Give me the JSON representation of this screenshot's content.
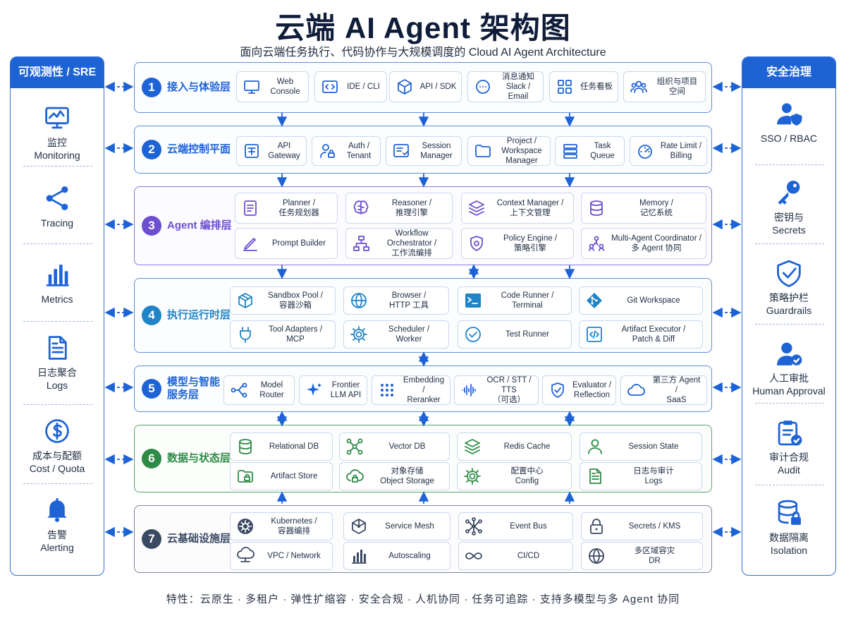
{
  "title": "云端 AI Agent 架构图",
  "subtitle": "面向云端任务执行、代码协作与大规模调度的  Cloud AI Agent Architecture",
  "footer": "特性：云原生 · 多租户 · 弹性扩缩容 · 安全合规 · 人机协同 · 任务可追踪 · 支持多模型与多 Agent 协同",
  "left_panel": {
    "header": "可观测性 / SRE",
    "items": [
      {
        "label": "监控\nMonitoring",
        "icon": "monitor-chart-icon"
      },
      {
        "label": "Tracing",
        "icon": "share-nodes-icon"
      },
      {
        "label": "Metrics",
        "icon": "bar-chart-icon"
      },
      {
        "label": "日志聚合\nLogs",
        "icon": "document-icon"
      },
      {
        "label": "成本与配额\nCost / Quota",
        "icon": "dollar-icon"
      },
      {
        "label": "告警\nAlerting",
        "icon": "bell-icon"
      }
    ]
  },
  "right_panel": {
    "header": "安全治理",
    "items": [
      {
        "label": "SSO / RBAC",
        "icon": "user-shield-icon"
      },
      {
        "label": "密钥与\nSecrets",
        "icon": "key-icon"
      },
      {
        "label": "策略护栏\nGuardrails",
        "icon": "shield-check-icon"
      },
      {
        "label": "人工审批\nHuman Approval",
        "icon": "user-check-icon"
      },
      {
        "label": "审计合规\nAudit",
        "icon": "clipboard-check-icon"
      },
      {
        "label": "数据隔离\nIsolation",
        "icon": "database-lock-icon"
      }
    ]
  },
  "colors": {
    "blue": "#1e63d6",
    "purple": "#6b4fd0",
    "teal": "#1f84c8",
    "green": "#2e8b46",
    "slate": "#3b4a63"
  },
  "layers": [
    {
      "number": "1",
      "title": "接入与体验层",
      "cards": [
        {
          "label": "Web Console",
          "icon": "monitor-icon"
        },
        {
          "label": "IDE / CLI",
          "icon": "code-icon"
        },
        {
          "label": "API / SDK",
          "icon": "cube-icon"
        },
        {
          "label": "消息通知\nSlack / Email",
          "icon": "chat-icon"
        },
        {
          "label": "任务看板",
          "icon": "grid-icon"
        },
        {
          "label": "组织与项目空间",
          "icon": "users-icon"
        }
      ]
    },
    {
      "number": "2",
      "title": "云端控制平面",
      "cards": [
        {
          "label": "API Gateway",
          "icon": "gateway-icon"
        },
        {
          "label": "Auth / Tenant",
          "icon": "user-lock-icon"
        },
        {
          "label": "Session Manager",
          "icon": "session-icon"
        },
        {
          "label": "Project /\nWorkspace Manager",
          "icon": "folder-icon"
        },
        {
          "label": "Task Queue",
          "icon": "queue-icon"
        },
        {
          "label": "Rate Limit /\nBilling",
          "icon": "gauge-icon"
        }
      ]
    },
    {
      "number": "3",
      "title": "Agent 编排层",
      "cards": [
        {
          "label": "Planner /\n任务规划器",
          "icon": "checklist-icon"
        },
        {
          "label": "Reasoner /\n推理引擎",
          "icon": "brain-icon"
        },
        {
          "label": "Context Manager /\n上下文管理",
          "icon": "layers-icon"
        },
        {
          "label": "Memory /\n记忆系统",
          "icon": "database-icon"
        },
        {
          "label": "Prompt Builder",
          "icon": "pen-icon"
        },
        {
          "label": "Workflow Orchestrator /\n工作流编排",
          "icon": "flow-icon"
        },
        {
          "label": "Policy Engine /\n策略引擎",
          "icon": "shield-gear-icon"
        },
        {
          "label": "Multi-Agent Coordinator /\n多 Agent 协同",
          "icon": "team-icon"
        }
      ]
    },
    {
      "number": "4",
      "title": "执行运行时层",
      "cards": [
        {
          "label": "Sandbox Pool /\n容器沙箱",
          "icon": "box-icon"
        },
        {
          "label": "Browser /\nHTTP 工具",
          "icon": "globe-icon"
        },
        {
          "label": "Code Runner /\nTerminal",
          "icon": "terminal-icon"
        },
        {
          "label": "Git Workspace",
          "icon": "git-icon"
        },
        {
          "label": "Tool Adapters /\nMCP",
          "icon": "plug-icon"
        },
        {
          "label": "Scheduler /\nWorker",
          "icon": "gear-icon"
        },
        {
          "label": "Test Runner",
          "icon": "check-circle-icon"
        },
        {
          "label": "Artifact Executor /\nPatch & Diff",
          "icon": "code-file-icon"
        }
      ]
    },
    {
      "number": "5",
      "title": "模型与智能\n服务层",
      "cards": [
        {
          "label": "Model Router",
          "icon": "router-icon"
        },
        {
          "label": "Frontier\nLLM API",
          "icon": "sparkle-icon"
        },
        {
          "label": "Embedding /\nReranker",
          "icon": "dots-grid-icon"
        },
        {
          "label": "OCR / STT / TTS\n（可选）",
          "icon": "waveform-icon"
        },
        {
          "label": "Evaluator /\nReflection",
          "icon": "shield-check-small-icon"
        },
        {
          "label": "第三方 Agent /\nSaaS",
          "icon": "cloud-icon"
        }
      ]
    },
    {
      "number": "6",
      "title": "数据与状态层",
      "cards": [
        {
          "label": "Relational DB",
          "icon": "database-icon"
        },
        {
          "label": "Vector DB",
          "icon": "nodes-icon"
        },
        {
          "label": "Redis Cache",
          "icon": "layers-icon"
        },
        {
          "label": "Session State",
          "icon": "user-icon"
        },
        {
          "label": "Artifact Store",
          "icon": "folder-lock-icon"
        },
        {
          "label": "对象存储\nObject Storage",
          "icon": "cloud-lock-icon"
        },
        {
          "label": "配置中心\nConfig",
          "icon": "gear-icon"
        },
        {
          "label": "日志与审计\nLogs",
          "icon": "document-icon"
        }
      ]
    },
    {
      "number": "7",
      "title": "云基础设施层",
      "cards": [
        {
          "label": "Kubernetes /\n容器编排",
          "icon": "helm-icon"
        },
        {
          "label": "Service Mesh",
          "icon": "mesh-icon"
        },
        {
          "label": "Event Bus",
          "icon": "network-icon"
        },
        {
          "label": "Secrets / KMS",
          "icon": "lock-icon"
        },
        {
          "label": "VPC / Network",
          "icon": "cloud-network-icon"
        },
        {
          "label": "Autoscaling",
          "icon": "bar-chart-icon"
        },
        {
          "label": "CI/CD",
          "icon": "infinity-icon"
        },
        {
          "label": "多区域容灾\nDR",
          "icon": "globe-icon"
        }
      ]
    }
  ]
}
